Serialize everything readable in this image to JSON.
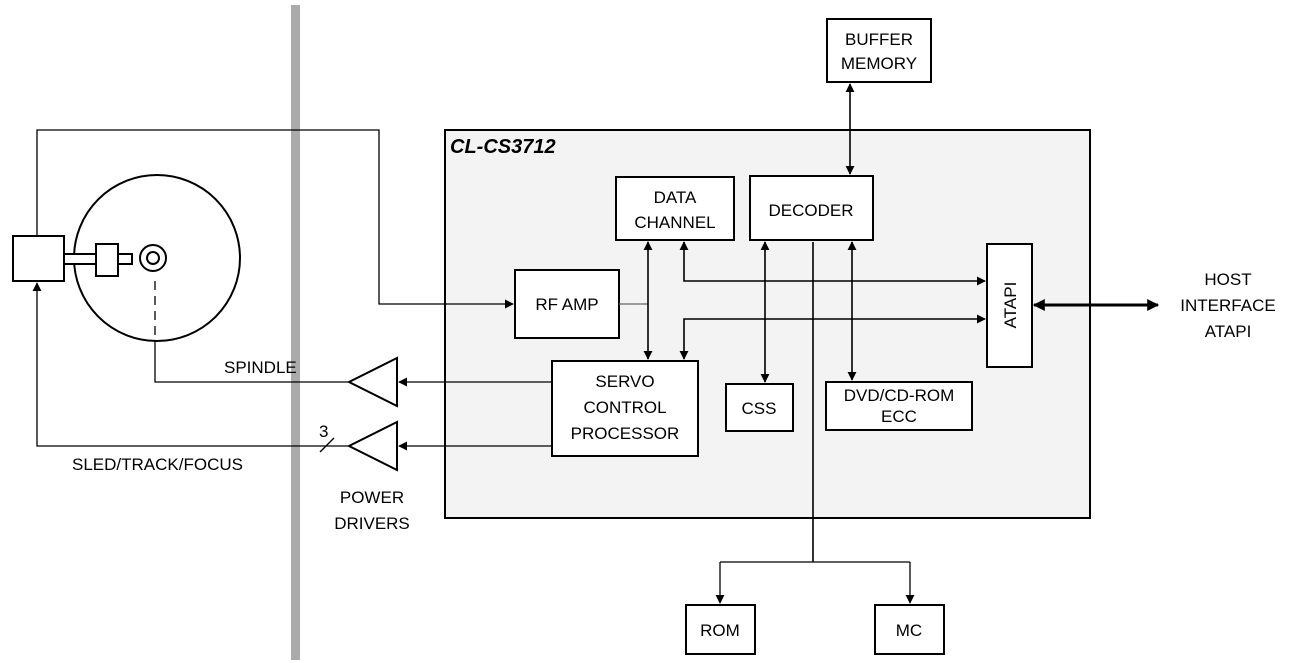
{
  "chip_name": "CL-CS3712",
  "blocks": {
    "buffer_memory": [
      "BUFFER",
      "MEMORY"
    ],
    "data_channel": [
      "DATA",
      "CHANNEL"
    ],
    "decoder": "DECODER",
    "rf_amp": "RF AMP",
    "atapi": "ATAPI",
    "servo": [
      "SERVO",
      "CONTROL",
      "PROCESSOR"
    ],
    "css": "CSS",
    "ecc": [
      "DVD/CD-ROM",
      "ECC"
    ],
    "rom": "ROM",
    "mc": "MC"
  },
  "labels": {
    "host": [
      "HOST",
      "INTERFACE",
      "ATAPI"
    ],
    "spindle": "SPINDLE",
    "sled": "SLED/TRACK/FOCUS",
    "bus_width": "3",
    "power_drivers": [
      "POWER",
      "DRIVERS"
    ]
  },
  "colors": {
    "chip_fill": "#f3f3f3",
    "divider": "#aaaaaa"
  }
}
